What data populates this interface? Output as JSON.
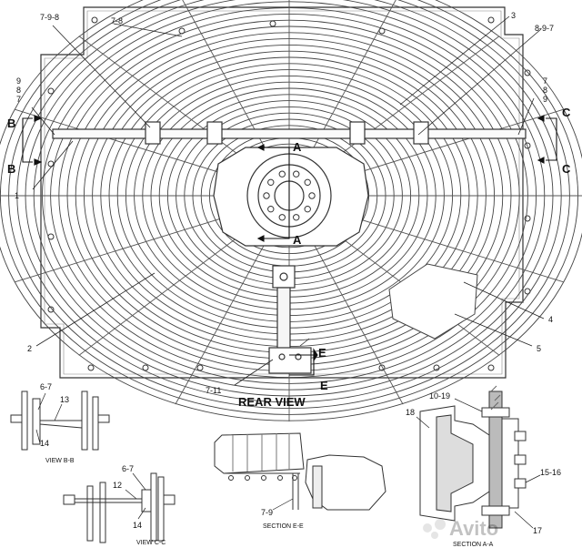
{
  "main_title": "REAR VIEW",
  "callouts": {
    "c_7_9_8": "7-9-8",
    "c_7_8": "7-8",
    "c_3": "3",
    "c_8_9_7": "8-9-7",
    "c_9": "9",
    "c_8": "8",
    "c_7": "7",
    "c_7b": "7",
    "c_8b": "8",
    "c_9b": "9",
    "c_1": "1",
    "c_2": "2",
    "c_4": "4",
    "c_5": "5",
    "c_7_11": "7-11"
  },
  "section_letters": {
    "b_top": "B",
    "b_bottom": "B",
    "c_top": "C",
    "c_bottom": "C",
    "a_top": "A",
    "a_bottom": "A",
    "e_top": "E",
    "e_bottom": "E"
  },
  "view_bb": {
    "caption": "VIEW B-B",
    "l_6_7": "6-7",
    "l_13": "13",
    "l_14": "14"
  },
  "view_cc": {
    "caption": "VIEW C-C",
    "l_6_7": "6-7",
    "l_12": "12",
    "l_14": "14"
  },
  "section_ee": {
    "caption": "SECTION E-E",
    "l_7_9": "7-9"
  },
  "section_aa": {
    "caption": "SECTION A-A",
    "l_10_19": "10-19",
    "l_18": "18",
    "l_15_16": "15-16",
    "l_17": "17"
  },
  "watermark": "Avito"
}
